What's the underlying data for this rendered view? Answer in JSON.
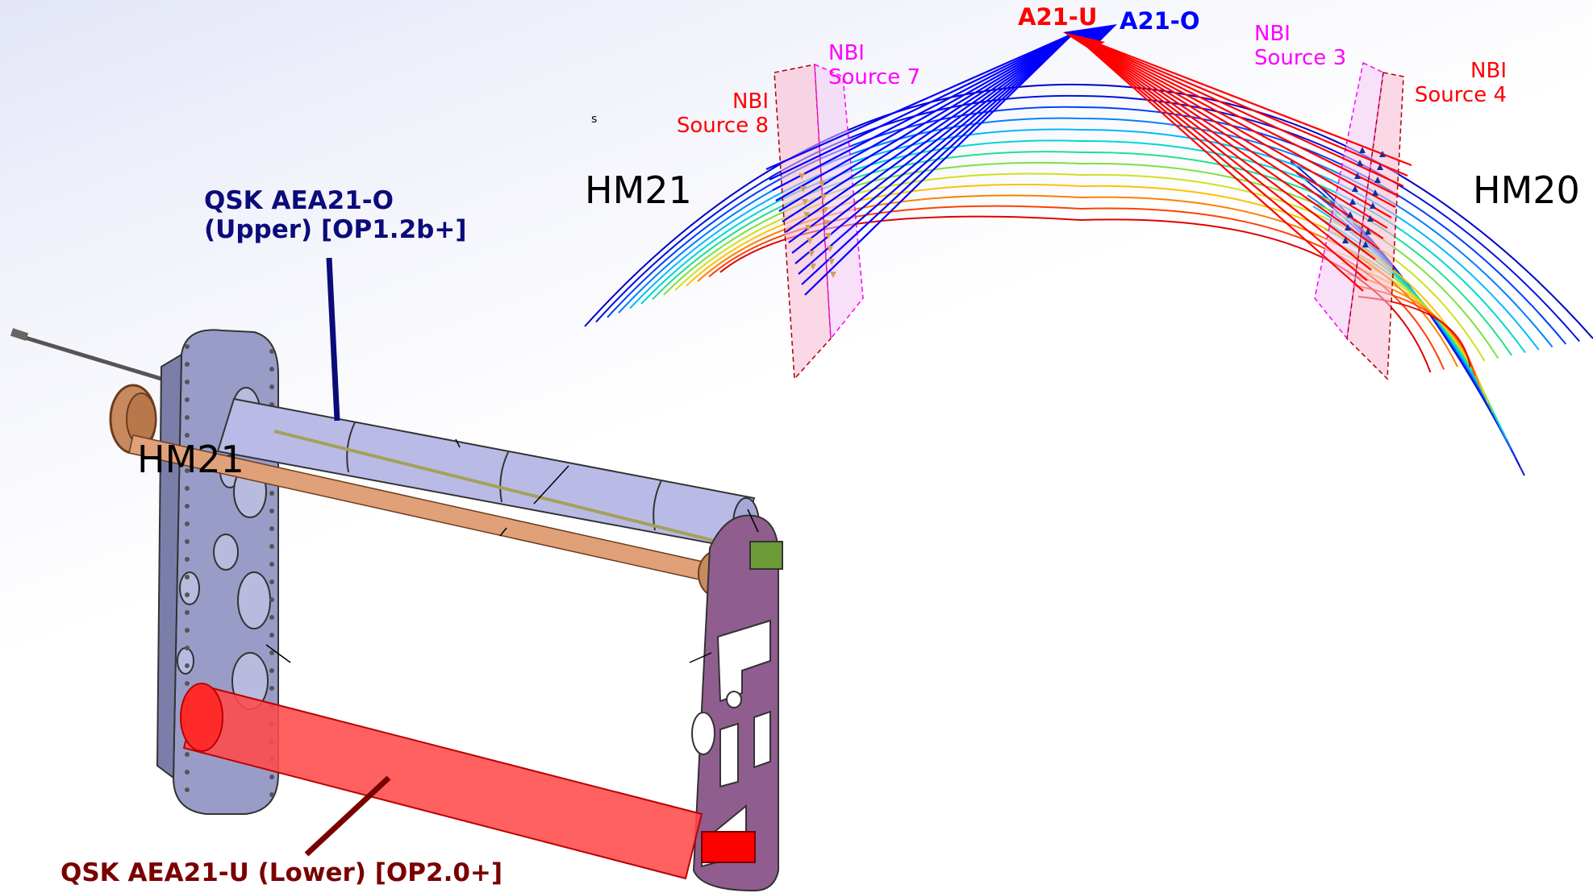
{
  "labels": {
    "a21u": "A21-U",
    "a21o": "A21-O",
    "nbi7_line1": "NBI",
    "nbi7_line2": "Source 7",
    "nbi8_line1": "NBI",
    "nbi8_line2": "Source 8",
    "nbi3_line1": "NBI",
    "nbi3_line2": "Source 3",
    "nbi4_line1": "NBI",
    "nbi4_line2": "Source 4",
    "hm21_top": "HM21",
    "hm20": "HM20",
    "hm21_model": "HM21",
    "small_s": "s",
    "qsk_upper_line1": "QSK AEA21-O",
    "qsk_upper_line2": "(Upper) [OP1.2b+]",
    "qsk_lower": "QSK AEA21-U (Lower) [OP2.0+]"
  },
  "colors": {
    "upper_label": "#0b0b7a",
    "lower_label": "#7a0000",
    "a21u": "#ff0000",
    "a21o": "#0000ff",
    "nbi_magenta": "#ff00ff",
    "nbi_red": "#ff0000",
    "flange": "#9a9cc8",
    "tube_upper": "#b9bbe6",
    "rod": "#e0a078",
    "tube_lower": "#ff5a5a",
    "end_plate": "#8f5e8f"
  }
}
